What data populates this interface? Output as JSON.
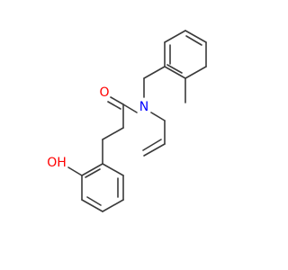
{
  "molecule": {
    "atoms": {
      "oxygen_carbonyl": {
        "symbol": "O",
        "color": "#ff0000"
      },
      "nitrogen": {
        "symbol": "N",
        "color": "#0000ff"
      },
      "hydroxyl": {
        "symbol": "OH",
        "color": "#ff0000"
      }
    },
    "bond_color": "#3a3a3a"
  }
}
